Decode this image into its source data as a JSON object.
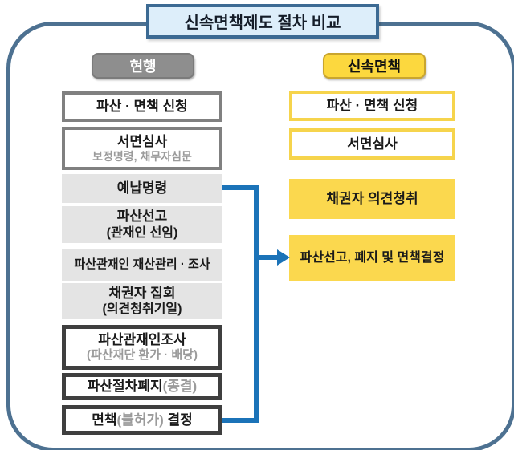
{
  "title": "신속면책제도 절차 비교",
  "colors": {
    "frame_border": "#4d7191",
    "title_bg": "#ddeefa",
    "title_border": "#3c6a93",
    "connector_blue": "#1b73b8",
    "current_badge_gray": "#8e8e8e",
    "fast_badge_yellow": "#fcd83e",
    "step_fill_gray": "#e4e4e4",
    "step_fill_yellow": "#fbd84e",
    "outline_gray": "#808080",
    "outline_dark": "#3f3f3f",
    "outline_yellow": "#f6d44c"
  },
  "left": {
    "header": "현행",
    "steps": [
      {
        "label": "파산 · 면책 신청"
      },
      {
        "label": "서면심사",
        "sub": "보정명령, 채무자심문"
      },
      {
        "label": "예납명령"
      },
      {
        "label": "파산선고",
        "sub": "(관재인 선임)"
      },
      {
        "label": "파산관재인 재산관리 · 조사"
      },
      {
        "label": "채권자 집회",
        "sub": "(의견청취기일)"
      },
      {
        "label": "파산관재인조사",
        "sub": "(파산재단 환가 · 배당)"
      },
      {
        "label": "파산절차폐지",
        "suffix": "(종결)"
      },
      {
        "pre": "면책",
        "mid": "(불허가)",
        "post": " 결정"
      }
    ]
  },
  "right": {
    "header": "신속면책",
    "steps": [
      {
        "label": "파산 · 면책 신청"
      },
      {
        "label": "서면심사"
      },
      {
        "label": "채권자 의견청취"
      },
      {
        "label": "파산선고, 폐지 및 면책결정"
      }
    ]
  }
}
